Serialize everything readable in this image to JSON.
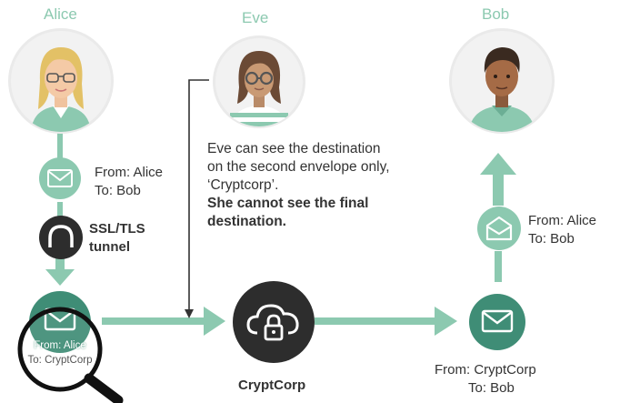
{
  "people": {
    "alice": "Alice",
    "eve": "Eve",
    "bob": "Bob"
  },
  "envelopes": {
    "alice_from": "From: Alice",
    "alice_to": "To: Bob",
    "cryptcorp_from": "From: Alice",
    "cryptcorp_to": "To: CryptCorp",
    "bob_inner_from": "From: Alice",
    "bob_inner_to": "To: Bob",
    "bob_outer_from": "From: CryptCorp",
    "bob_outer_to": "To: Bob"
  },
  "tunnel": {
    "line1": "SSL/TLS",
    "line2": "tunnel"
  },
  "eve_note": {
    "line1": "Eve can see the destination",
    "line2": "on the second envelope only,",
    "line3": "‘Cryptcorp’.",
    "bold1": "She cannot see the final",
    "bold2": "destination."
  },
  "server": {
    "label": "CryptCorp"
  },
  "colors": {
    "accent": "#8cc9b0",
    "dark_teal": "#3f8d76",
    "dark": "#2d2d2d"
  }
}
